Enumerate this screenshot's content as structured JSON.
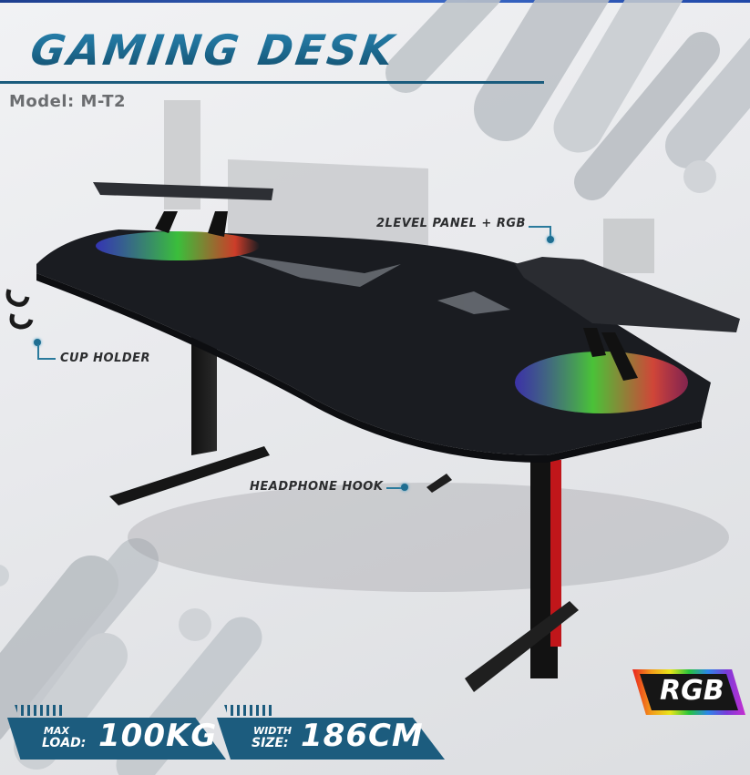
{
  "header": {
    "title": "GAMING DESK",
    "model": "Model: M-T2",
    "accent_color": "#1e6a8f"
  },
  "callouts": {
    "panel": "2LEVEL PANEL + RGB",
    "cup_holder": "CUP HOLDER",
    "headphone_hook": "HEADPHONE HOOK"
  },
  "specs": [
    {
      "label_line1": "MAX",
      "label_line2": "LOAD:",
      "value": "100KG"
    },
    {
      "label_line1": "WIDTH",
      "label_line2": "SIZE:",
      "value": "186CM"
    }
  ],
  "rgb_badge": {
    "label": "RGB"
  },
  "colors": {
    "badge_blue": "#1c5c7e",
    "desk_black": "#1a1c21",
    "leg_red": "#c0161a"
  }
}
